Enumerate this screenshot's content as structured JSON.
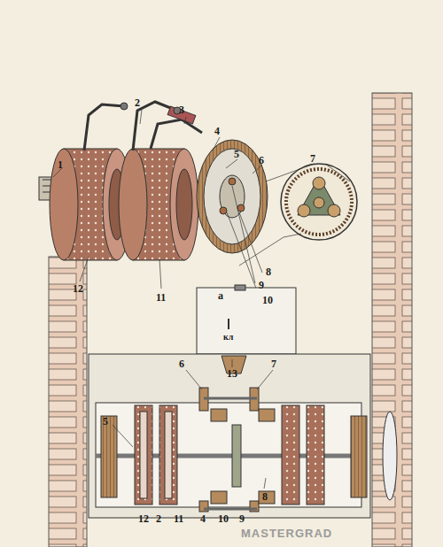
{
  "diagram": {
    "labels": [
      "1",
      "2",
      "3",
      "4",
      "5",
      "6",
      "7",
      "8",
      "9",
      "10",
      "12",
      "11",
      "а",
      "кл",
      "6",
      "13",
      "7",
      "5",
      "8",
      "12",
      "2",
      "11",
      "4",
      "10",
      "9",
      "MASTERGRAD"
    ]
  }
}
